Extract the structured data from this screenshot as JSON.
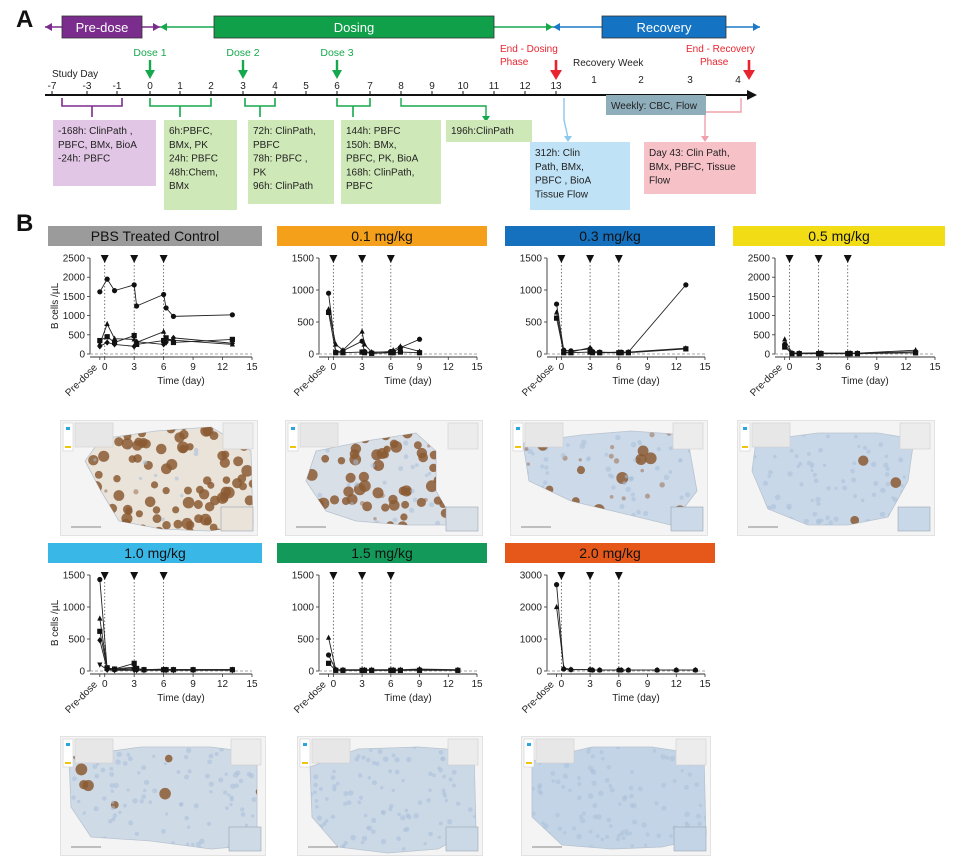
{
  "panel_labels": {
    "a": "A",
    "b": "B"
  },
  "timeline": {
    "phases": [
      {
        "label": "Pre-dose",
        "color": "#7b2d8e",
        "line_color": "#7b2d8e"
      },
      {
        "label": "Dosing",
        "color": "#10a04a",
        "line_color": "#16a84c"
      },
      {
        "label": "Recovery",
        "color": "#1473c2",
        "line_color": "#1e78c8"
      }
    ],
    "study_day_label": "Study Day",
    "days": [
      "-7",
      "-3",
      "-1",
      "0",
      "1",
      "2",
      "3",
      "4",
      "5",
      "6",
      "7",
      "8",
      "9",
      "10",
      "11",
      "12",
      "13"
    ],
    "recovery_week_label": "Recovery Week",
    "recovery_weeks": [
      "1",
      "2",
      "3",
      "4"
    ],
    "doses": [
      {
        "label": "Dose 1",
        "day": 0
      },
      {
        "label": "Dose 2",
        "day": 3
      },
      {
        "label": "Dose 3",
        "day": 6
      }
    ],
    "end_dosing": {
      "line1": "End - Dosing",
      "line2": "Phase"
    },
    "end_recovery": {
      "line1": "End - Recovery",
      "line2": "Phase"
    },
    "boxes": [
      {
        "name": "box-predose",
        "color": "#e2c6e6",
        "lines": [
          "-168h: ClinPath ,",
          "PBFC, BMx, BioA",
          "-24h: PBFC"
        ]
      },
      {
        "name": "box-dose1",
        "color": "#cfe8b8",
        "lines": [
          "6h:PBFC,",
          "BMx, PK",
          "24h: PBFC",
          "48h:Chem,",
          "BMx"
        ]
      },
      {
        "name": "box-dose2",
        "color": "#cfe8b8",
        "lines": [
          "72h: ClinPath,",
          "PBFC",
          "78h: PBFC ,",
          "PK",
          "96h: ClinPath"
        ]
      },
      {
        "name": "box-dose3",
        "color": "#cfe8b8",
        "lines": [
          "144h: PBFC",
          "150h: BMx,",
          "PBFC, PK, BioA",
          "168h: ClinPath,",
          "PBFC"
        ]
      },
      {
        "name": "box-196h",
        "color": "#cfe8b8",
        "lines": [
          "196h:ClinPath"
        ]
      },
      {
        "name": "box-312h",
        "color": "#bfe2f6",
        "lines": [
          "312h: Clin",
          "Path, BMx,",
          "PBFC , BioA",
          "Tissue Flow"
        ]
      },
      {
        "name": "box-weekly",
        "color": "#8eaebb",
        "lines": [
          "Weekly:  CBC, Flow"
        ]
      },
      {
        "name": "box-day43",
        "color": "#f7c1c8",
        "lines": [
          "Day 43: Clin Path,",
          "BMx, PBFC, Tissue",
          "Flow"
        ]
      }
    ]
  },
  "chart_data": [
    {
      "type": "line",
      "title": "PBS Treated Control",
      "header_color": "#9b9b9b",
      "xlabel": "Time (day)",
      "ylabel": "B cells /µL",
      "xlim": [
        -1.5,
        15
      ],
      "ylim": [
        0,
        2500
      ],
      "yticks": [
        0,
        500,
        1000,
        1500,
        2000,
        2500
      ],
      "xticks": [
        "Pre-dose",
        "0",
        "3",
        "6",
        "9",
        "12",
        "15"
      ],
      "dose_days": [
        0,
        3,
        6
      ],
      "series": [
        {
          "marker": "circle",
          "x": [
            -0.5,
            0.25,
            1,
            3,
            3.25,
            6,
            6.25,
            7,
            13
          ],
          "y": [
            1620,
            1950,
            1650,
            1800,
            1250,
            1550,
            1200,
            980,
            1020
          ]
        },
        {
          "marker": "triangle",
          "x": [
            -0.5,
            0.25,
            1,
            3,
            3.25,
            6,
            6.25,
            7,
            13
          ],
          "y": [
            260,
            780,
            400,
            380,
            300,
            580,
            400,
            360,
            250
          ]
        },
        {
          "marker": "square",
          "x": [
            -0.5,
            0.25,
            1,
            3,
            3.25,
            6,
            6.25,
            7,
            13
          ],
          "y": [
            350,
            450,
            300,
            480,
            250,
            350,
            420,
            300,
            380
          ]
        },
        {
          "marker": "diamond",
          "x": [
            -0.5,
            0.25,
            1,
            3,
            3.25,
            6,
            6.25,
            7,
            13
          ],
          "y": [
            200,
            300,
            250,
            200,
            320,
            250,
            300,
            420,
            280
          ]
        }
      ]
    },
    {
      "type": "line",
      "title": "0.1 mg/kg",
      "header_color": "#f5a01a",
      "xlabel": "Time (day)",
      "ylabel": "",
      "xlim": [
        -1.5,
        15
      ],
      "ylim": [
        0,
        1500
      ],
      "yticks": [
        0,
        500,
        1000,
        1500
      ],
      "xticks": [
        "Pre-dose",
        "0",
        "3",
        "6",
        "9",
        "12",
        "15"
      ],
      "dose_days": [
        0,
        3,
        6
      ],
      "series": [
        {
          "marker": "circle",
          "x": [
            -0.5,
            0.25,
            1,
            3,
            3.25,
            4,
            6,
            6.25,
            7,
            9
          ],
          "y": [
            950,
            30,
            50,
            200,
            40,
            20,
            40,
            30,
            100,
            230
          ]
        },
        {
          "marker": "triangle",
          "x": [
            -0.5,
            0.25,
            1,
            3,
            3.25,
            4,
            6,
            6.25,
            7,
            9
          ],
          "y": [
            700,
            150,
            60,
            350,
            150,
            30,
            30,
            60,
            120,
            40
          ]
        },
        {
          "marker": "square",
          "x": [
            -0.5,
            0.25,
            1,
            3,
            3.25,
            4,
            6,
            6.25,
            7,
            9
          ],
          "y": [
            650,
            20,
            20,
            30,
            20,
            10,
            20,
            20,
            30,
            20
          ]
        }
      ]
    },
    {
      "type": "line",
      "title": "0.3 mg/kg",
      "header_color": "#1570be",
      "xlabel": "Time (day)",
      "ylabel": "",
      "xlim": [
        -1.5,
        15
      ],
      "ylim": [
        0,
        1500
      ],
      "yticks": [
        0,
        500,
        1000,
        1500
      ],
      "xticks": [
        "Pre-dose",
        "0",
        "3",
        "6",
        "9",
        "12",
        "15"
      ],
      "dose_days": [
        0,
        3,
        6
      ],
      "series": [
        {
          "marker": "circle",
          "x": [
            -0.5,
            0.25,
            1,
            3,
            3.25,
            4,
            6,
            6.25,
            7,
            13
          ],
          "y": [
            780,
            60,
            50,
            80,
            40,
            30,
            20,
            30,
            30,
            1080
          ]
        },
        {
          "marker": "triangle",
          "x": [
            -0.5,
            0.25,
            1,
            3,
            3.25,
            4,
            6,
            6.25,
            7,
            13
          ],
          "y": [
            650,
            30,
            30,
            100,
            20,
            20,
            30,
            20,
            30,
            90
          ]
        },
        {
          "marker": "square",
          "x": [
            -0.5,
            0.25,
            1,
            3,
            3.25,
            4,
            6,
            6.25,
            7,
            13
          ],
          "y": [
            560,
            20,
            20,
            30,
            20,
            20,
            20,
            20,
            20,
            80
          ]
        }
      ]
    },
    {
      "type": "line",
      "title": "0.5 mg/kg",
      "header_color": "#f2dc16",
      "xlabel": "Time (day)",
      "ylabel": "",
      "xlim": [
        -1.5,
        15
      ],
      "ylim": [
        0,
        2500
      ],
      "yticks": [
        0,
        500,
        1000,
        1500,
        2000,
        2500
      ],
      "xticks": [
        "Pre-dose",
        "0",
        "3",
        "6",
        "9",
        "12",
        "15"
      ],
      "dose_days": [
        0,
        3,
        6
      ],
      "series": [
        {
          "marker": "triangle",
          "x": [
            -0.5,
            0.25,
            1,
            3,
            3.25,
            6,
            6.25,
            7,
            13
          ],
          "y": [
            380,
            30,
            20,
            30,
            20,
            20,
            20,
            20,
            100
          ]
        },
        {
          "marker": "circle",
          "x": [
            -0.5,
            0.25,
            1,
            3,
            3.25,
            6,
            6.25,
            7,
            13
          ],
          "y": [
            250,
            20,
            20,
            20,
            20,
            20,
            20,
            20,
            60
          ]
        },
        {
          "marker": "square",
          "x": [
            -0.5,
            0.25,
            1,
            3,
            3.25,
            6,
            6.25,
            7,
            13
          ],
          "y": [
            180,
            10,
            10,
            10,
            10,
            10,
            10,
            10,
            30
          ]
        }
      ]
    },
    {
      "type": "line",
      "title": "1.0 mg/kg",
      "header_color": "#39b8e8",
      "xlabel": "Time (day)",
      "ylabel": "B cells /µL",
      "xlim": [
        -1.5,
        15
      ],
      "ylim": [
        0,
        1500
      ],
      "yticks": [
        0,
        500,
        1000,
        1500
      ],
      "xticks": [
        "Pre-dose",
        "0",
        "3",
        "6",
        "9",
        "12",
        "15"
      ],
      "dose_days": [
        0,
        3,
        6
      ],
      "series": [
        {
          "marker": "circle",
          "x": [
            -0.5,
            0.25,
            1,
            3,
            3.25,
            4,
            6,
            6.25,
            7,
            9,
            13
          ],
          "y": [
            1430,
            30,
            20,
            40,
            20,
            20,
            20,
            20,
            20,
            20,
            20
          ]
        },
        {
          "marker": "triangle",
          "x": [
            -0.5,
            0.25,
            1,
            3,
            3.25,
            4,
            6,
            6.25,
            7,
            9,
            13
          ],
          "y": [
            820,
            40,
            30,
            60,
            30,
            20,
            30,
            20,
            20,
            20,
            20
          ]
        },
        {
          "marker": "square",
          "x": [
            -0.5,
            0.25,
            1,
            3,
            3.25,
            4,
            6,
            6.25,
            7,
            9,
            13
          ],
          "y": [
            620,
            50,
            30,
            120,
            40,
            20,
            20,
            20,
            20,
            20,
            20
          ]
        },
        {
          "marker": "diamond",
          "x": [
            -0.5,
            0.25,
            1,
            3,
            3.25,
            4,
            6,
            6.25,
            7,
            9,
            13
          ],
          "y": [
            480,
            20,
            20,
            20,
            20,
            20,
            20,
            20,
            20,
            20,
            20
          ]
        },
        {
          "marker": "triangle-down",
          "x": [
            -0.5,
            0.25,
            1,
            3,
            3.25,
            4,
            6,
            6.25,
            7,
            9,
            13
          ],
          "y": [
            100,
            20,
            10,
            10,
            10,
            10,
            10,
            10,
            10,
            10,
            10
          ]
        }
      ]
    },
    {
      "type": "line",
      "title": "1.5 mg/kg",
      "header_color": "#139a5a",
      "xlabel": "Time (day)",
      "ylabel": "",
      "xlim": [
        -1.5,
        15
      ],
      "ylim": [
        0,
        1500
      ],
      "yticks": [
        0,
        500,
        1000,
        1500
      ],
      "xticks": [
        "Pre-dose",
        "0",
        "3",
        "6",
        "9",
        "12",
        "15"
      ],
      "dose_days": [
        0,
        3,
        6
      ],
      "series": [
        {
          "marker": "triangle",
          "x": [
            -0.5,
            0.25,
            1,
            3,
            3.25,
            4,
            6,
            6.25,
            7,
            9,
            13
          ],
          "y": [
            520,
            20,
            20,
            20,
            20,
            20,
            20,
            20,
            20,
            30,
            20
          ]
        },
        {
          "marker": "circle",
          "x": [
            -0.5,
            0.25,
            1,
            3,
            3.25,
            4,
            6,
            6.25,
            7,
            9,
            13
          ],
          "y": [
            250,
            20,
            10,
            10,
            10,
            10,
            10,
            10,
            10,
            20,
            10
          ]
        },
        {
          "marker": "square",
          "x": [
            -0.5,
            0.25,
            1,
            3,
            3.25,
            4,
            6,
            6.25,
            7,
            9,
            13
          ],
          "y": [
            120,
            10,
            10,
            10,
            10,
            10,
            10,
            10,
            10,
            10,
            10
          ]
        }
      ]
    },
    {
      "type": "line",
      "title": "2.0 mg/kg",
      "header_color": "#e5581a",
      "xlabel": "Time (day)",
      "ylabel": "",
      "xlim": [
        -1.5,
        15
      ],
      "ylim": [
        0,
        3000
      ],
      "yticks": [
        0,
        1000,
        2000,
        3000
      ],
      "xticks": [
        "Pre-dose",
        "0",
        "3",
        "6",
        "9",
        "12",
        "15"
      ],
      "dose_days": [
        0,
        3,
        6
      ],
      "series": [
        {
          "marker": "circle",
          "x": [
            -0.5,
            0.25,
            1,
            3,
            3.25,
            4,
            6,
            6.25,
            7,
            10,
            12,
            14
          ],
          "y": [
            2700,
            60,
            40,
            40,
            30,
            30,
            30,
            30,
            30,
            30,
            30,
            30
          ]
        },
        {
          "marker": "triangle",
          "x": [
            -0.5,
            0.25,
            1,
            3,
            3.25,
            4,
            6,
            6.25,
            7,
            10,
            12,
            14
          ],
          "y": [
            2000,
            100,
            50,
            40,
            30,
            30,
            30,
            30,
            30,
            30,
            30,
            30
          ]
        }
      ]
    }
  ],
  "tissues": [
    {
      "stain": "#8b5a32",
      "density": 0.85,
      "bg": "#e9e3da",
      "shape": "s1"
    },
    {
      "stain": "#8b5a32",
      "density": 0.6,
      "bg": "#d9dfe7",
      "shape": "s2"
    },
    {
      "stain": "#8b5a32",
      "density": 0.18,
      "bg": "#cbd9e8",
      "shape": "s3"
    },
    {
      "stain": "#8b5a32",
      "density": 0.04,
      "bg": "#c9d8e9",
      "shape": "s4"
    },
    {
      "stain": "#8b5a32",
      "density": 0.12,
      "bg": "#cfdae7",
      "shape": "s5"
    },
    {
      "stain": "#8b5a32",
      "density": 0.0,
      "bg": "#cbd8e6",
      "shape": "s6"
    },
    {
      "stain": "#8b5a32",
      "density": 0.0,
      "bg": "#c3d4e6",
      "shape": "s7"
    }
  ]
}
